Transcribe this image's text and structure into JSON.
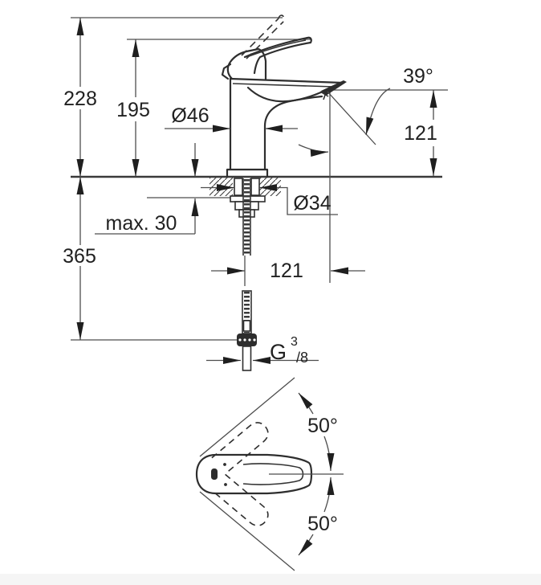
{
  "drawing": {
    "title_hint": "faucet dimensional drawing",
    "labels": {
      "total_height": "228",
      "lever_height": "195",
      "base_diameter": "Ø46",
      "stream_angle": "39°",
      "spout_height": "121",
      "counter_max_thickness": "max. 30",
      "mounting_hole_diameter": "Ø34",
      "below_counter_depth": "365",
      "spout_reach": "121",
      "thread_prefix": "G",
      "thread_numerator": "3",
      "thread_denominator": "/8",
      "handle_swivel_upper": "50°",
      "handle_swivel_lower": "50°"
    },
    "colors": {
      "line": "#2e2e2e",
      "dimension_line": "#4d4d4d",
      "text": "#212121",
      "background": "#ffffff"
    }
  }
}
